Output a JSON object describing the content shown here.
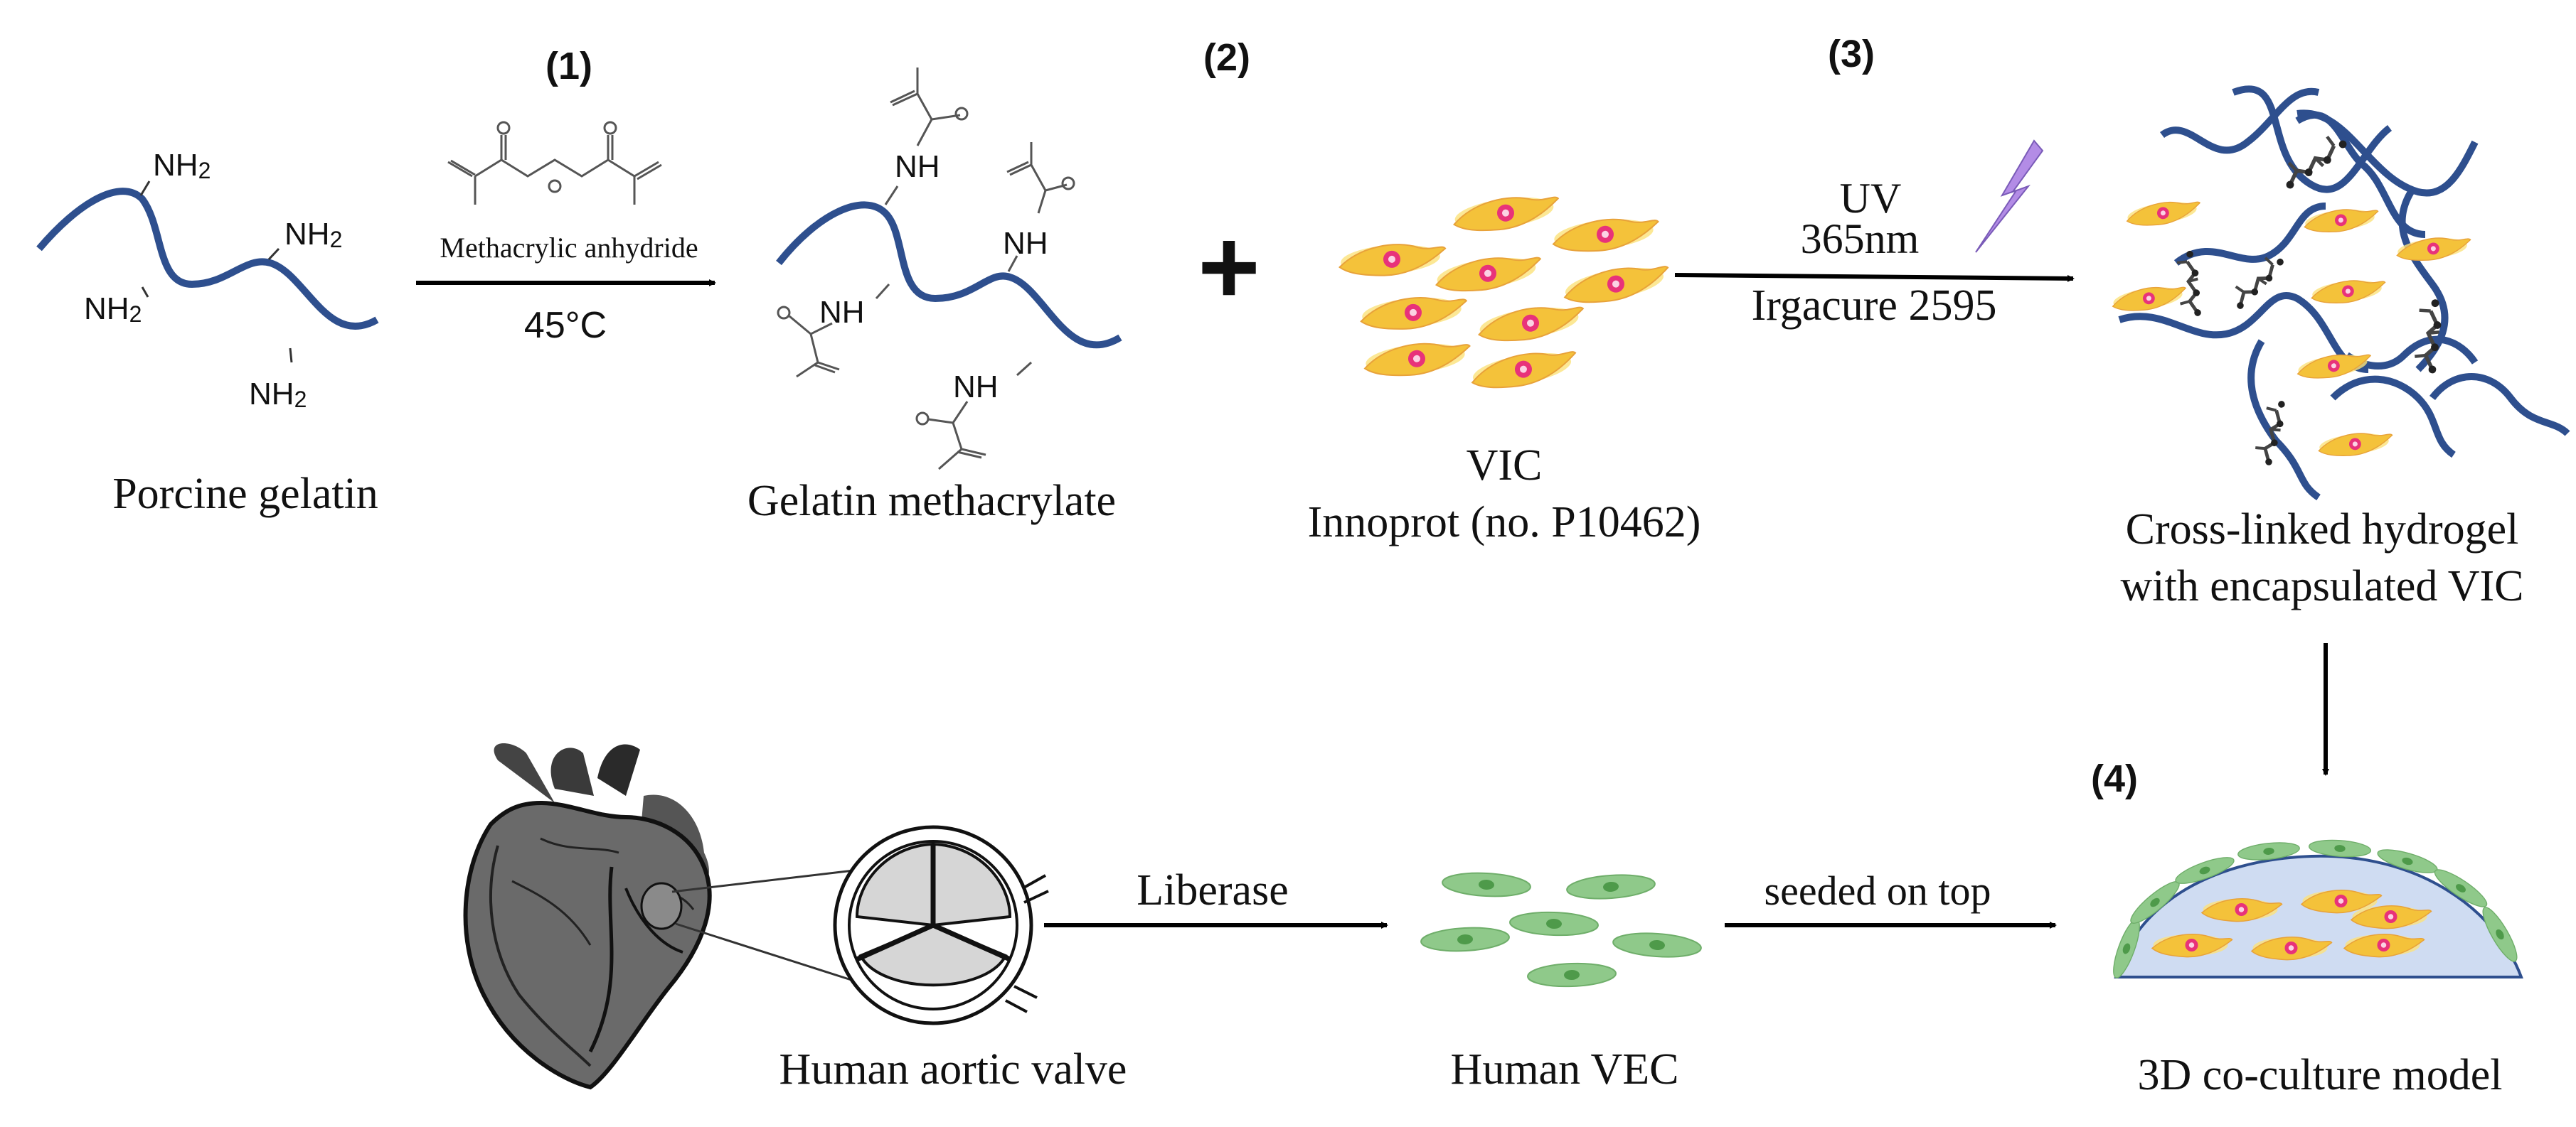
{
  "steps": {
    "s1": "(1)",
    "s2": "(2)",
    "s3": "(3)",
    "s4": "(4)"
  },
  "reagents": {
    "anhydride": "Methacrylic anhydride",
    "temperature": "45°C",
    "uv": "UV",
    "wavelength": "365nm",
    "initiator": "Irgacure 2595",
    "enzyme": "Liberase",
    "seeding": "seeded on top"
  },
  "groups": {
    "nh2": "NH",
    "nh2_sub": "2",
    "nh": "NH"
  },
  "captions": {
    "porcine_gelatin": "Porcine gelatin",
    "gelma": "Gelatin methacrylate",
    "vic": "VIC",
    "vic_source": "Innoprot (no. P10462)",
    "hydrogel_line1": "Cross-linked hydrogel",
    "hydrogel_line2": "with encapsulated VIC",
    "aortic_valve": "Human aortic valve",
    "vec": "Human VEC",
    "model": "3D co-culture model"
  },
  "symbols": {
    "plus": "+"
  },
  "colors": {
    "chain": "#2e4f8e",
    "vic_body": "#f4c23a",
    "vic_glow": "#fbe27a",
    "vic_nucleus": "#e8327a",
    "vec_body": "#8fc98a",
    "vec_nucleus": "#4e9a4a",
    "uv_bolt": "#b38ce6",
    "dome_fill": "#cfdcf2"
  }
}
